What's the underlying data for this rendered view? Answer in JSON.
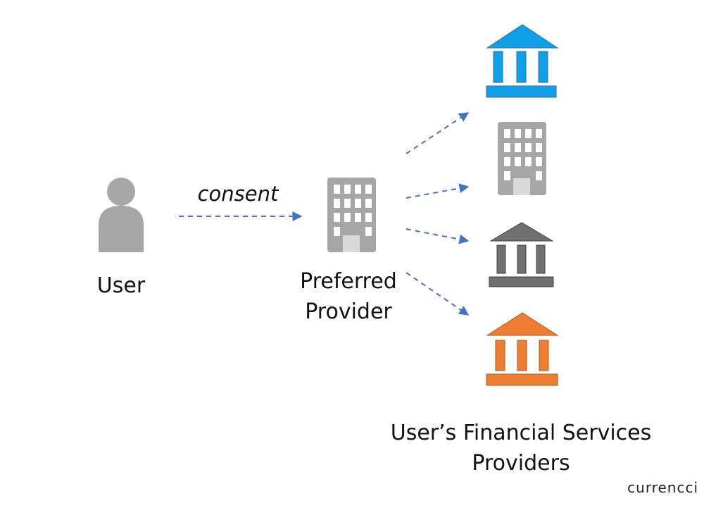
{
  "labels": {
    "user": "User",
    "consent": "consent",
    "preferred_provider_line1": "Preferred",
    "preferred_provider_line2": "Provider",
    "fsp_line1": "User’s Financial Services",
    "fsp_line2": "Providers",
    "brand": "currencci"
  },
  "colors": {
    "person": "#a6a6a6",
    "arrow": "#4472c4",
    "bank_blue": "#0fa0e8",
    "office_gray": "#a6a6a6",
    "bank_dark_gray": "#707070",
    "bank_orange": "#ed7d31"
  },
  "icons": {
    "user": "person-icon",
    "preferred_provider": "office-building-icon",
    "providers": [
      "bank-icon",
      "office-building-icon",
      "bank-icon",
      "bank-icon"
    ]
  }
}
